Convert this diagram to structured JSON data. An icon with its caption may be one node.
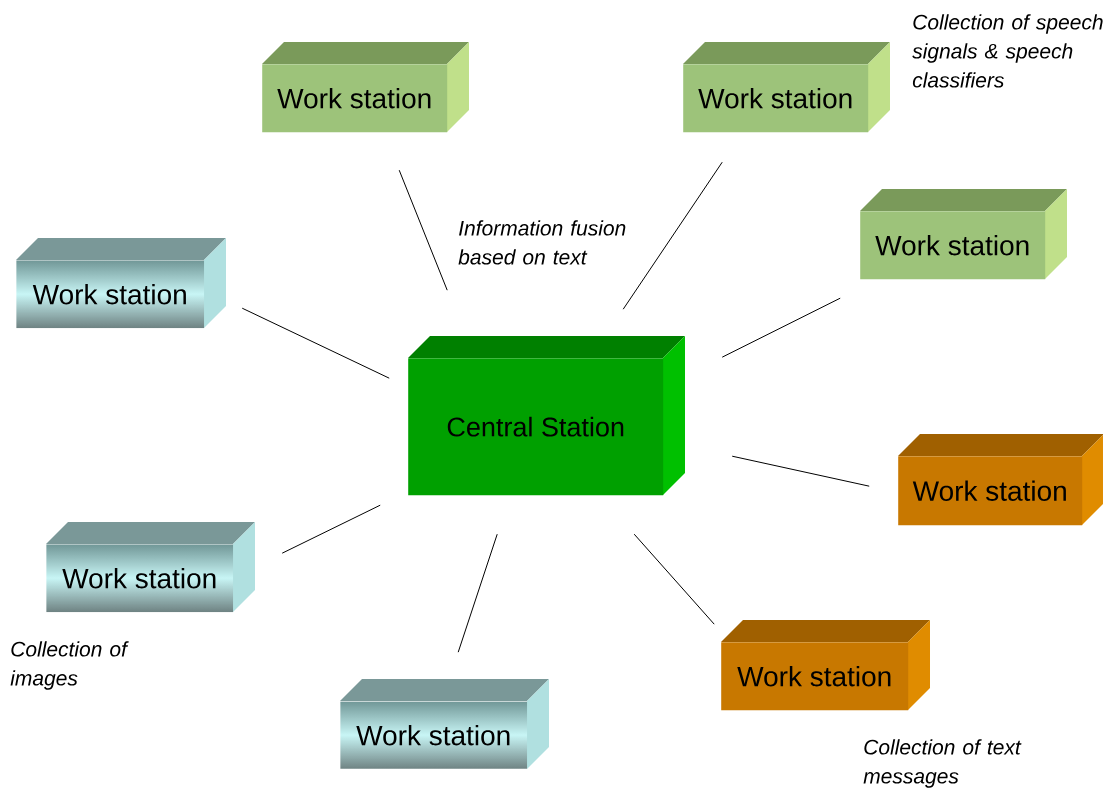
{
  "diagram": {
    "nodes": [
      {
        "text": [
          "Work station"
        ]
      },
      {
        "text": [
          "Work station"
        ],
        "beside": [
          "Collection of speech signals & speech classifiers"
        ]
      },
      {
        "text": [
          "Work station"
        ]
      },
      {
        "text": [
          "Work station"
        ]
      },
      {
        "text": [
          "Central Station"
        ]
      },
      {
        "text": [
          "Work station"
        ]
      },
      {
        "text": [
          "Work station"
        ],
        "beside": [
          "Collection of images"
        ]
      },
      {
        "text": [
          "Work station"
        ],
        "beside": [
          "Collection of text messages"
        ]
      },
      {
        "text": [
          "Work station"
        ]
      }
    ],
    "edges": [
      {
        "from": 4,
        "to": 0,
        "arrow": "none"
      },
      {
        "from": 4,
        "to": 1,
        "arrow": "none"
      },
      {
        "from": 4,
        "to": 2,
        "arrow": "none"
      },
      {
        "from": 4,
        "to": 3,
        "arrow": "none"
      },
      {
        "from": 4,
        "to": 5,
        "arrow": "none"
      },
      {
        "from": 4,
        "to": 6,
        "arrow": "none"
      },
      {
        "from": 4,
        "to": 7,
        "arrow": "none"
      },
      {
        "from": 4,
        "to": 8,
        "arrow": "none"
      }
    ],
    "labels": [
      "Information fusion based on text"
    ]
  }
}
